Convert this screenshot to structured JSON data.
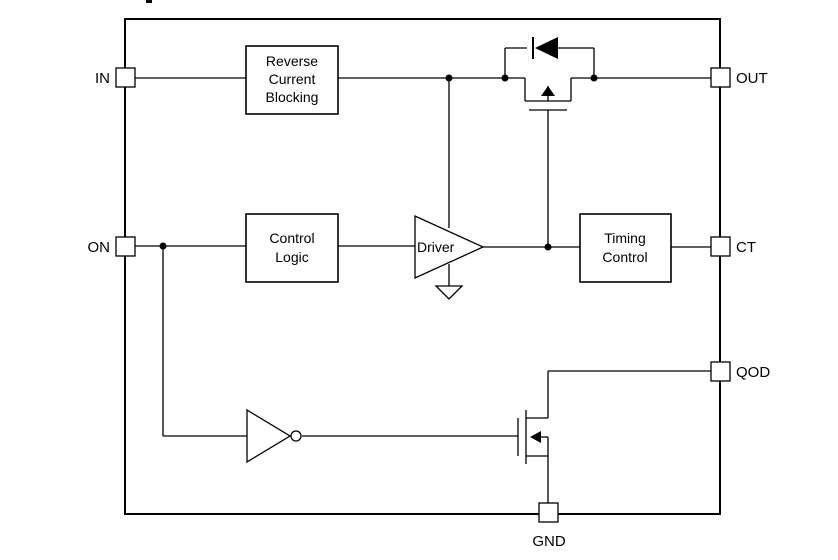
{
  "pins": {
    "in": "IN",
    "out": "OUT",
    "on": "ON",
    "ct": "CT",
    "qod": "QOD",
    "gnd": "GND"
  },
  "blocks": {
    "reverse_current_blocking": [
      "Reverse",
      "Current",
      "Blocking"
    ],
    "control_logic": [
      "Control",
      "Logic"
    ],
    "driver": "Driver",
    "timing_control": [
      "Timing",
      "Control"
    ]
  }
}
